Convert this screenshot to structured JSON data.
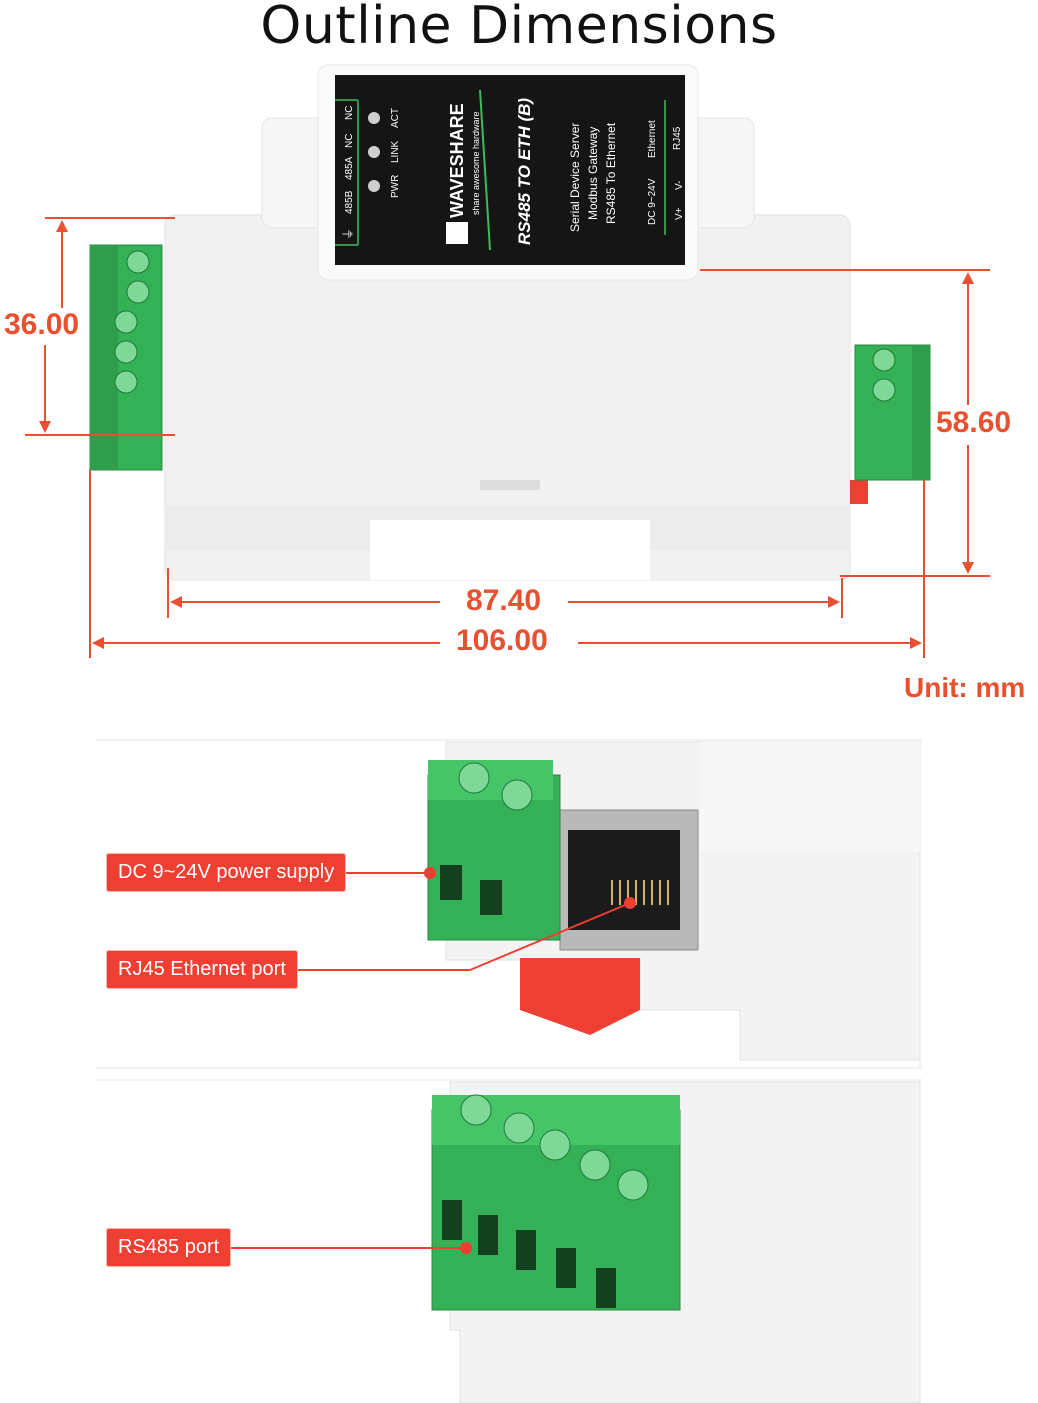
{
  "title": "Outline Dimensions",
  "dimensions": {
    "height_terminal": "36.00",
    "height_body": "58.60",
    "width_body": "87.40",
    "width_total": "106.00",
    "unit": "Unit: mm"
  },
  "device_label": {
    "brand": "WAVESHARE",
    "tagline": "share awesome hardware",
    "model": "RS485 TO ETH (B)",
    "desc1": "Serial Device Server",
    "desc2": "Modbus Gateway",
    "desc3": "RS485 To Ethernet",
    "pins_left": [
      "⏚",
      "485B",
      "485A",
      "NC",
      "NC"
    ],
    "leds": [
      "PWR",
      "LINK",
      "ACT"
    ],
    "power": "DC 9~24V",
    "pins_right": [
      "V+",
      "V-"
    ],
    "eth": "Ethernet",
    "rj45": "RJ45"
  },
  "callouts": {
    "power": "DC 9~24V power supply",
    "ethernet": "RJ45 Ethernet port",
    "rs485": "RS485 port"
  },
  "colors": {
    "accent": "#e8502f",
    "terminal_green": "#3dbb5c",
    "callout_red": "#ef3e32"
  }
}
